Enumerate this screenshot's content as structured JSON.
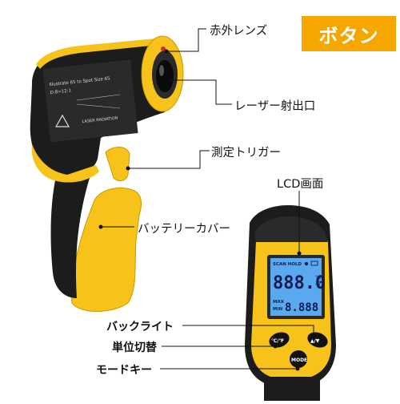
{
  "badge": {
    "text": "ボタン",
    "color": "#f5a700"
  },
  "callouts": {
    "ir_lens": "赤外レンズ",
    "laser_port": "レーザー射出口",
    "trigger": "測定トリガー",
    "battery_cover": "バッテリーカバー",
    "lcd_screen": "LCD画面",
    "backlight": "バックライト",
    "unit_switch": "単位切替",
    "mode_key": "モードキー"
  },
  "sticker": {
    "line1": "Illustrate 65 to Spot Size 65",
    "line2": "D:8=12:1",
    "warning": "LASER RADIATION"
  },
  "lcd": {
    "status_row": "SCAN HOLD",
    "main_reading": "888.0",
    "max_label": "MAX",
    "min_label": "MIN",
    "sub_reading": "8.888",
    "unit_c": "℃",
    "unit_f": "℉"
  },
  "buttons": {
    "left_label": "℃/℉",
    "center_label": "MODE",
    "right_label": "▲/▼"
  },
  "colors": {
    "body_yellow": "#f7c21a",
    "body_black": "#1c1c1c",
    "lcd_blue": "#5aa9ee"
  },
  "icons": [
    "laser-warning-icon",
    "sun-icon",
    "battery-icon"
  ]
}
